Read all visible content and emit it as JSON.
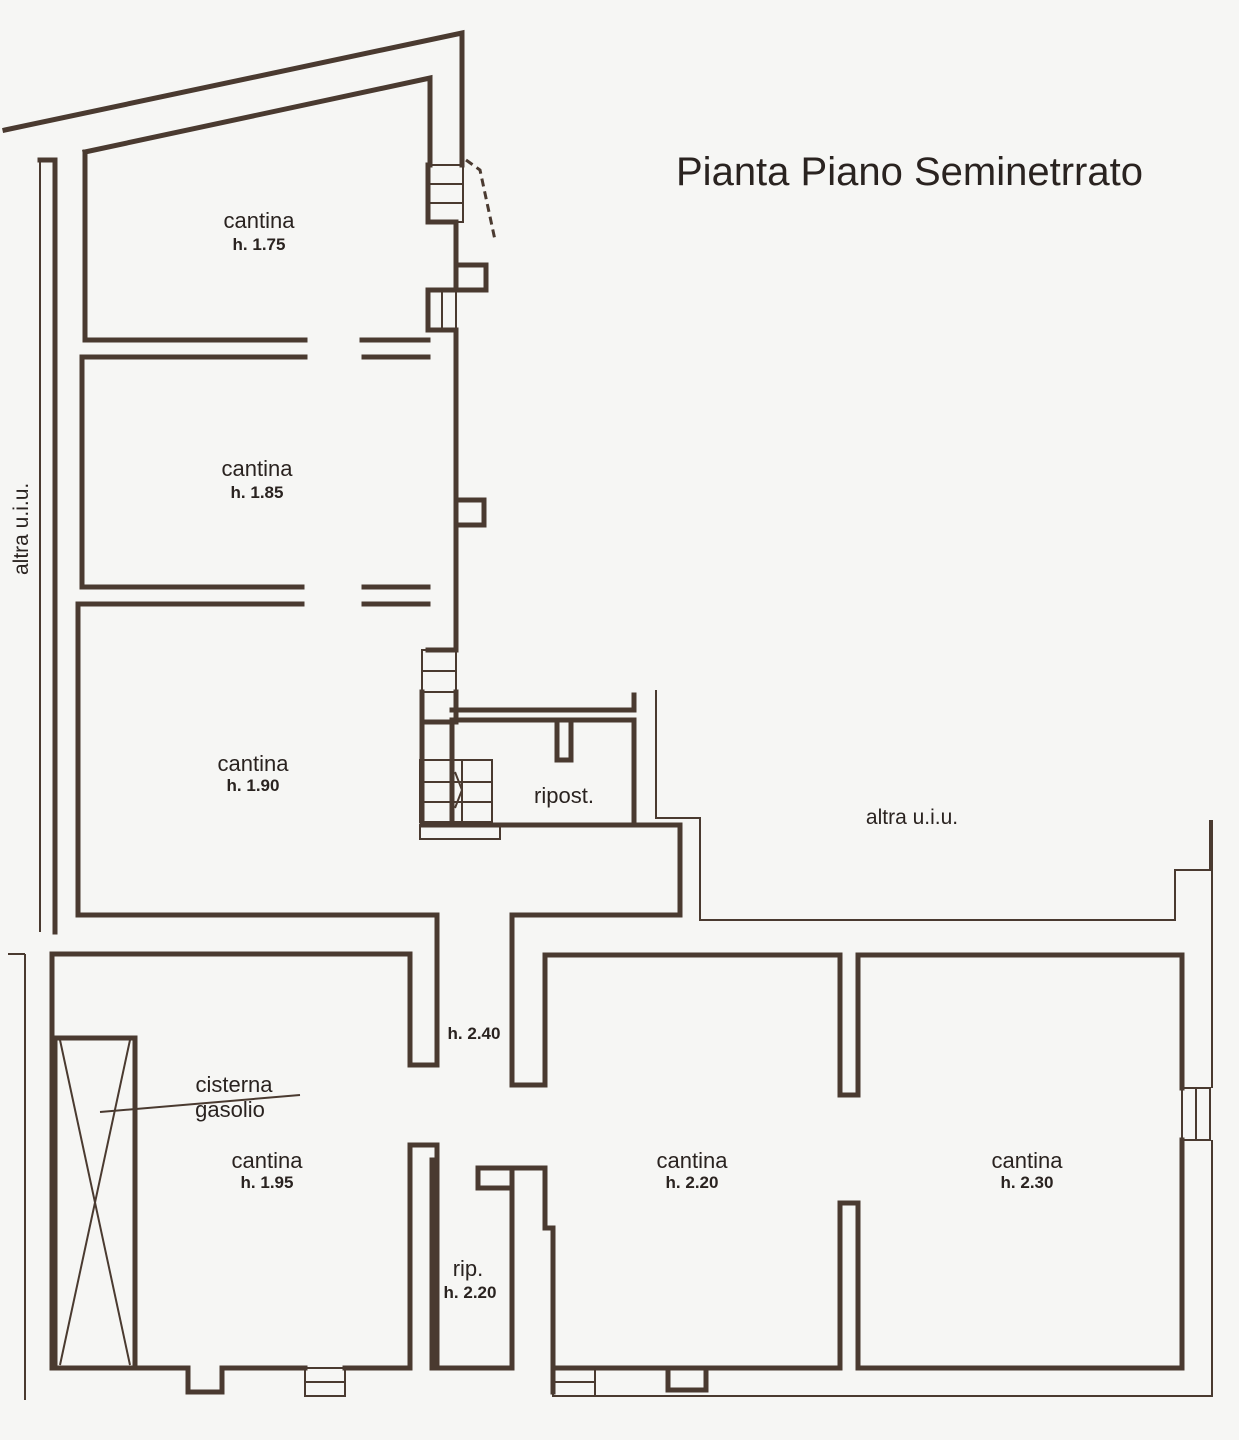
{
  "title": "Pianta Piano Seminetrrato",
  "rooms": [
    {
      "id": "cantina-1",
      "name": "cantina",
      "height": "h. 1.75"
    },
    {
      "id": "cantina-2",
      "name": "cantina",
      "height": "h. 1.85"
    },
    {
      "id": "cantina-3",
      "name": "cantina",
      "height": "h. 1.90"
    },
    {
      "id": "ripost",
      "name": "ripost."
    },
    {
      "id": "corridor",
      "height": "h. 2.40"
    },
    {
      "id": "cantina-4",
      "name": "cantina",
      "height": "h. 1.95"
    },
    {
      "id": "rip",
      "name": "rip.",
      "height": "h. 2.20"
    },
    {
      "id": "cantina-5",
      "name": "cantina",
      "height": "h. 2.20"
    },
    {
      "id": "cantina-6",
      "name": "cantina",
      "height": "h. 2.30"
    }
  ],
  "cisterna": {
    "line1": "cisterna",
    "line2": "gasolio"
  },
  "neighbours": {
    "left_vertical": "altra u.i.u.",
    "right_area": "altra u.i.u."
  },
  "colors": {
    "ink": "#4a3a30",
    "paper": "#f6f6f4"
  }
}
